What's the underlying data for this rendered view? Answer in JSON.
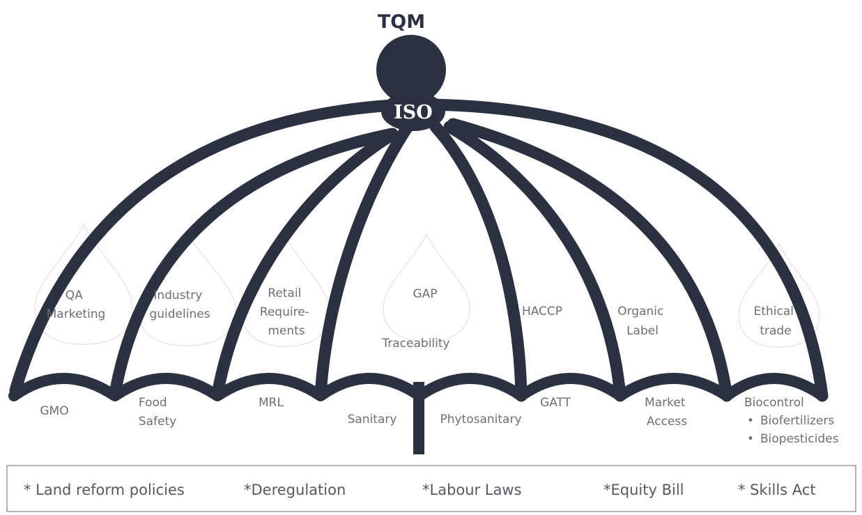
{
  "diagram": {
    "top_label": "TQM",
    "hub_label": "ISO",
    "panels": {
      "qa_marketing": [
        "QA",
        "Marketing"
      ],
      "industry_guidelines": [
        "Industry",
        "guidelines"
      ],
      "retail_requirements": [
        "Retail",
        "Require-",
        "ments"
      ],
      "gap": "GAP",
      "traceability": "Traceability",
      "haccp": "HACCP",
      "organic_label": [
        "Organic",
        "Label"
      ],
      "ethical_trade": [
        "Ethical",
        "trade"
      ]
    },
    "bottom": {
      "gmo": "GMO",
      "food_safety": [
        "Food",
        "Safety"
      ],
      "mrl": "MRL",
      "sanitary": "Sanitary",
      "phytosanitary": "Phytosanitary",
      "gatt": "GATT",
      "market_access": [
        "Market",
        "Access"
      ],
      "biocontrol": "Biocontrol",
      "biocontrol_items": [
        "Biofertilizers",
        "Biopesticides"
      ],
      "bullet": "•"
    },
    "footer": [
      "* Land reform policies",
      "*Deregulation",
      "*Labour Laws",
      "*Equity Bill",
      "* Skills Act"
    ]
  }
}
